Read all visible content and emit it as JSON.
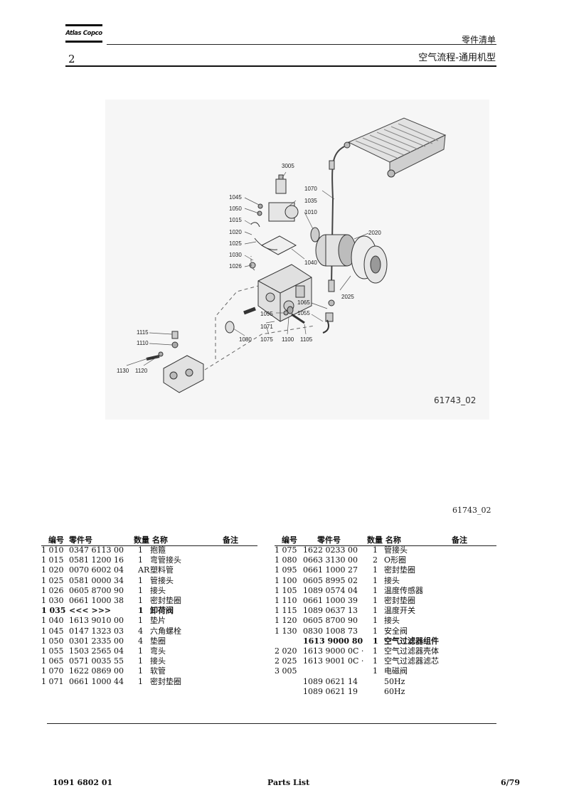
{
  "header": {
    "logo_text": "Atlas Copco",
    "title": "零件清单",
    "page_number": "2",
    "subtitle": "空气流程-通用机型"
  },
  "drawing": {
    "ref_number": "61743_02",
    "caption_ref": "61743_02",
    "callouts": [
      "3005",
      "1045",
      "1070",
      "1035",
      "1050",
      "1010",
      "1015",
      "1020",
      "2020",
      "1025",
      "1030",
      "1040",
      "1026",
      "2025",
      "1065",
      "1055",
      "1095",
      "1071",
      "1115",
      "1080",
      "1075",
      "1100",
      "1105",
      "1110",
      "1130",
      "1120"
    ]
  },
  "table_headers": {
    "item_no": "编号",
    "part_no": "零件号",
    "qty_name": "数量 名称",
    "remarks": "备注"
  },
  "left_rows": [
    {
      "item": "1 010",
      "part": "0347 6113 00",
      "qty": "1",
      "name": "抱箍",
      "bold": false
    },
    {
      "item": "1 015",
      "part": "0581 1200 16",
      "qty": "1",
      "name": "弯管接头",
      "bold": false
    },
    {
      "item": "1 020",
      "part": "0070 6002 04",
      "qty": "AR",
      "name": "塑料管",
      "bold": false
    },
    {
      "item": "1 025",
      "part": "0581 0000 34",
      "qty": "1",
      "name": "管接头",
      "bold": false
    },
    {
      "item": "1 026",
      "part": "0605 8700 90",
      "qty": "1",
      "name": "接头",
      "bold": false
    },
    {
      "item": "1 030",
      "part": "0661 1000 38",
      "qty": "1",
      "name": "密封垫圈",
      "bold": false
    },
    {
      "item": "1 035",
      "part": "<<< >>>",
      "qty": "1",
      "name": "卸荷阀",
      "bold": true
    },
    {
      "item": "1 040",
      "part": "1613 9010 00",
      "qty": "1",
      "name": "垫片",
      "bold": false
    },
    {
      "item": "1 045",
      "part": "0147 1323 03",
      "qty": "4",
      "name": "六角螺栓",
      "bold": false
    },
    {
      "item": "1 050",
      "part": "0301 2335 00",
      "qty": "4",
      "name": "垫圈",
      "bold": false
    },
    {
      "item": "1 055",
      "part": "1503 2565 04",
      "qty": "1",
      "name": "弯头",
      "bold": false
    },
    {
      "item": "1 065",
      "part": "0571 0035 55",
      "qty": "1",
      "name": "接头",
      "bold": false
    },
    {
      "item": "1 070",
      "part": "1622 0869 00",
      "qty": "1",
      "name": "软管",
      "bold": false
    },
    {
      "item": "1 071",
      "part": "0661 1000 44",
      "qty": "1",
      "name": "密封垫圈",
      "bold": false
    }
  ],
  "right_rows": [
    {
      "item": "1 075",
      "part": "1622 0233 00",
      "qty": "1",
      "name": "管接头",
      "bold": false
    },
    {
      "item": "1 080",
      "part": "0663 3130 00",
      "qty": "2",
      "name": "O形圈",
      "bold": false
    },
    {
      "item": "1 095",
      "part": "0661 1000 27",
      "qty": "1",
      "name": "密封垫圈",
      "bold": false
    },
    {
      "item": "1 100",
      "part": "0605 8995 02",
      "qty": "1",
      "name": "接头",
      "bold": false
    },
    {
      "item": "1 105",
      "part": "1089 0574 04",
      "qty": "1",
      "name": "温度传感器",
      "bold": false
    },
    {
      "item": "1 110",
      "part": "0661 1000 39",
      "qty": "1",
      "name": "密封垫圈",
      "bold": false
    },
    {
      "item": "1 115",
      "part": "1089 0637 13",
      "qty": "1",
      "name": "温度开关",
      "bold": false
    },
    {
      "item": "1 120",
      "part": "0605 8700 90",
      "qty": "1",
      "name": "接头",
      "bold": false
    },
    {
      "item": "1 130",
      "part": "0830 1008 73",
      "qty": "1",
      "name": "安全阀",
      "bold": false
    },
    {
      "item": "",
      "part": "1613 9000 80",
      "qty": "1",
      "name": "空气过滤器组件",
      "bold": true
    },
    {
      "item": "2 020",
      "part": "1613 9000 0C ·",
      "qty": "1",
      "name": "空气过滤器壳体",
      "bold": false
    },
    {
      "item": "2 025",
      "part": "1613 9001 0C ·",
      "qty": "1",
      "name": "空气过滤器滤芯",
      "bold": false
    },
    {
      "item": "3 005",
      "part": "",
      "qty": "1",
      "name": "电磁阀",
      "bold": false
    },
    {
      "item": "",
      "part": "1089 0621 14",
      "qty": "",
      "name": "50Hz",
      "bold": false
    },
    {
      "item": "",
      "part": "1089 0621 19",
      "qty": "",
      "name": "60Hz",
      "bold": false
    }
  ],
  "footer": {
    "doc_number": "1091 6802 01",
    "doc_title": "Parts List",
    "page": "6/79"
  }
}
